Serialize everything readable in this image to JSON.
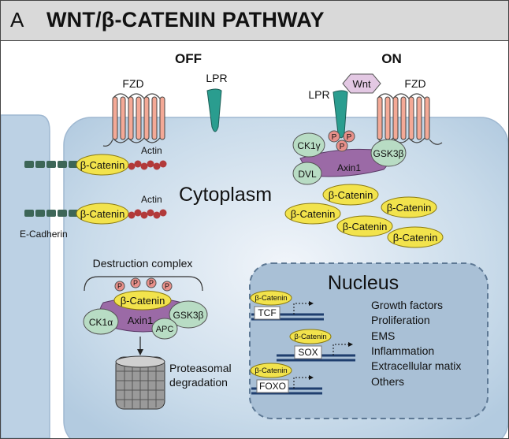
{
  "header": {
    "panel_letter": "A",
    "title": "WNT/β-CATENIN PATHWAY"
  },
  "states": {
    "off": "OFF",
    "on": "ON"
  },
  "receptors": {
    "fzd": "FZD",
    "lpr": "LPR",
    "wnt": "Wnt"
  },
  "compartments": {
    "cytoplasm": "Cytoplasm",
    "nucleus": "Nucleus"
  },
  "proteins": {
    "beta_catenin": "β-Catenin",
    "actin": "Actin",
    "e_cadherin": "E-Cadherin",
    "ck1_gamma": "CK1γ",
    "ck1_alpha": "CK1α",
    "gsk3b": "GSK3β",
    "axin1": "Axin1",
    "dvl": "DVL",
    "apc": "APC",
    "p": "P"
  },
  "destruction": {
    "label": "Destruction complex",
    "proteasome_line1": "Proteasomal",
    "proteasome_line2": "degradation"
  },
  "transcription_factors": [
    "TCF",
    "SOX",
    "FOXO"
  ],
  "target_genes": [
    "Growth factors",
    "Proliferation",
    "EMS",
    "Inflammation",
    "Extracellular matix",
    "Others"
  ],
  "colors": {
    "beta_catenin": "#f2e34c",
    "green_protein": "#b8dcc4",
    "axin": "#9b6aa6",
    "phosphate": "#e8908a",
    "fzd": "#f4a996",
    "lpr": "#2a9d8f",
    "wnt": "#e3c8e3",
    "cell": "#c6d8e8",
    "nucleus": "#a9c0d6",
    "dna": "#1f3e6e",
    "actin": "#b23a3a",
    "cadherin": "#3d6657"
  }
}
